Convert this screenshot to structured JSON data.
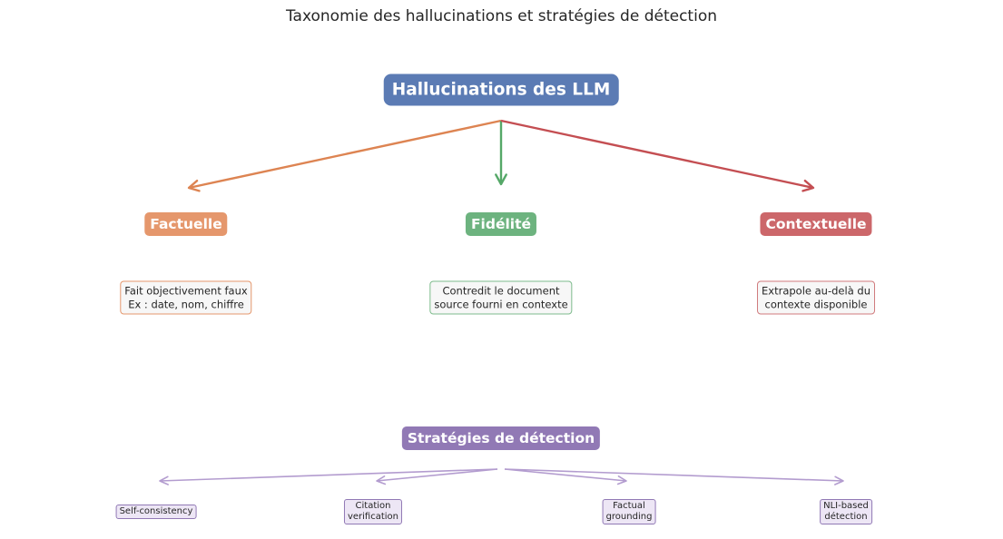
{
  "title": "Taxonomie des hallucinations et stratégies de détection",
  "root": "Hallucinations des LLM",
  "categories": [
    {
      "label": "Factuelle",
      "desc": [
        "Fait objectivement faux",
        "Ex : date, nom, chiffre"
      ],
      "color": "#e5976c",
      "border": "#e5976c",
      "arrow": "#dd8452"
    },
    {
      "label": "Fidélité",
      "desc": [
        "Contredit le document",
        "source fourni en contexte"
      ],
      "color": "#6db37f",
      "border": "#7dbb8c",
      "arrow": "#55a868"
    },
    {
      "label": "Contextuelle",
      "desc": [
        "Extrapole au-delà du",
        "contexte disponible"
      ],
      "color": "#cc676a",
      "border": "#d07a7c",
      "arrow": "#c44e52"
    }
  ],
  "strategies": {
    "label": "Stratégies de détection",
    "color": "#9179b5",
    "arrow": "#b39ccf",
    "items": [
      [
        "Self-consistency"
      ],
      [
        "Citation",
        "verification"
      ],
      [
        "Factual",
        "grounding"
      ],
      [
        "NLI-based",
        "détection"
      ]
    ]
  }
}
